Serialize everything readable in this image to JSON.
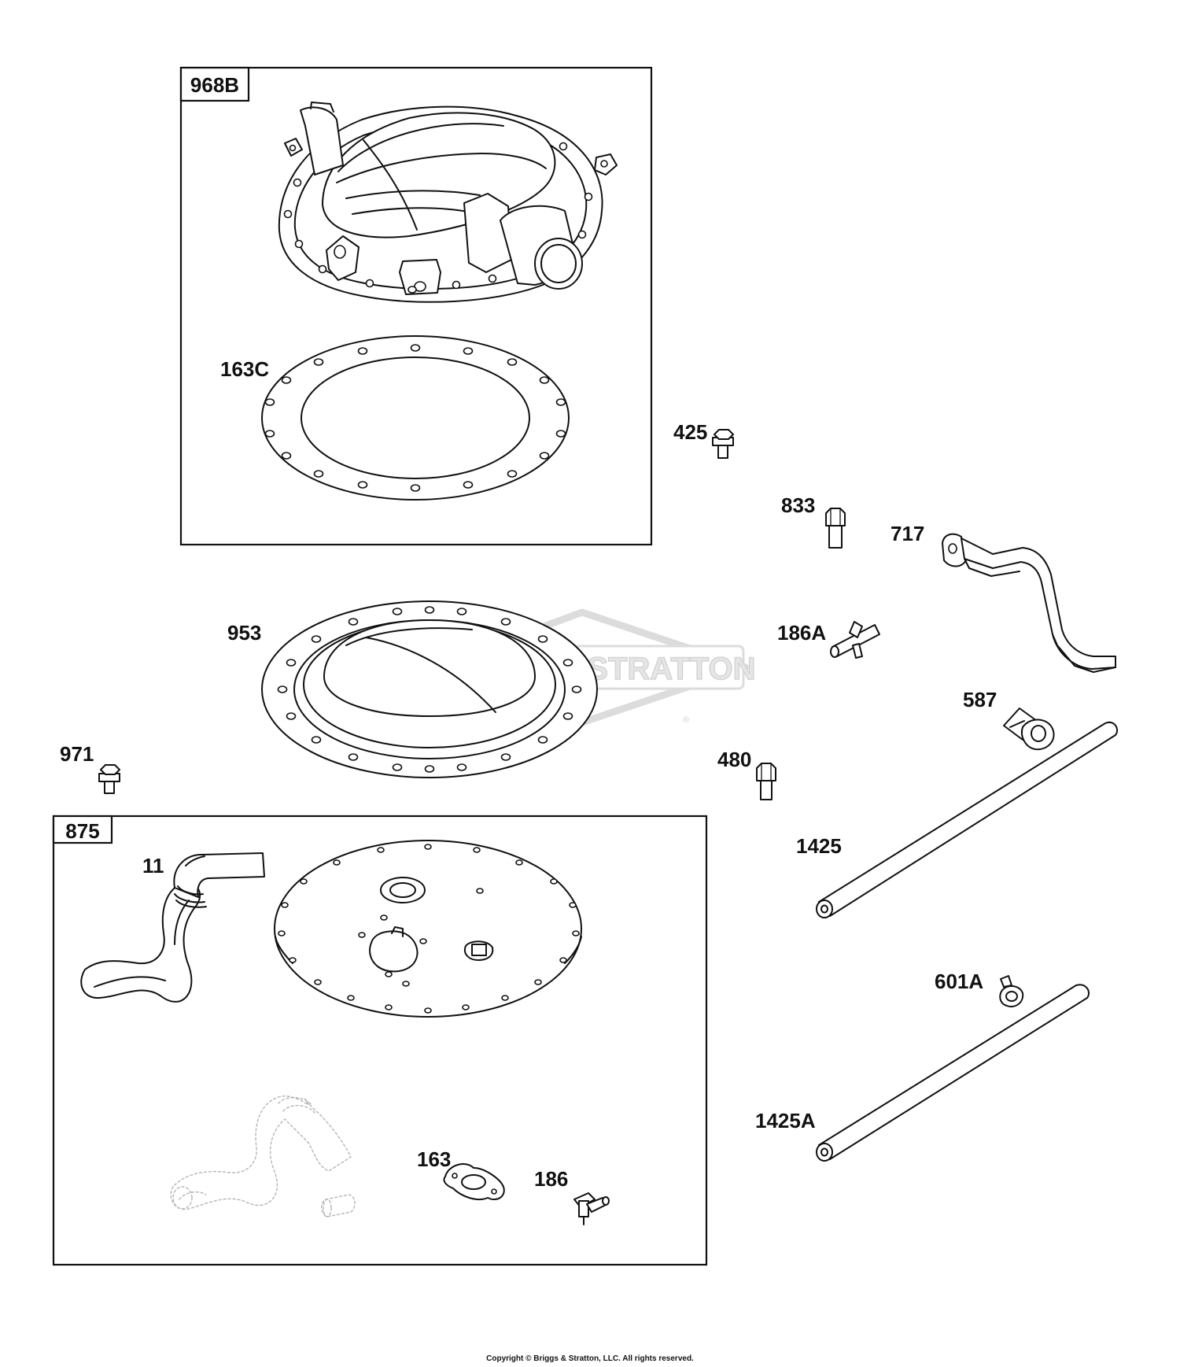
{
  "watermark": {
    "brand": "BRIGGS & STRATTON",
    "registered_mark": "®"
  },
  "callouts": {
    "p968B": "968B",
    "p163C": "163C",
    "p425": "425",
    "p833": "833",
    "p717": "717",
    "p953": "953",
    "p186A": "186A",
    "p587": "587",
    "p971": "971",
    "p480": "480",
    "p875": "875",
    "p11": "11",
    "p1425": "1425",
    "p601A": "601A",
    "p1425A": "1425A",
    "p163": "163",
    "p186": "186"
  },
  "footer": {
    "copyright": "Copyright © Briggs & Stratton, LLC. All rights reserved."
  }
}
